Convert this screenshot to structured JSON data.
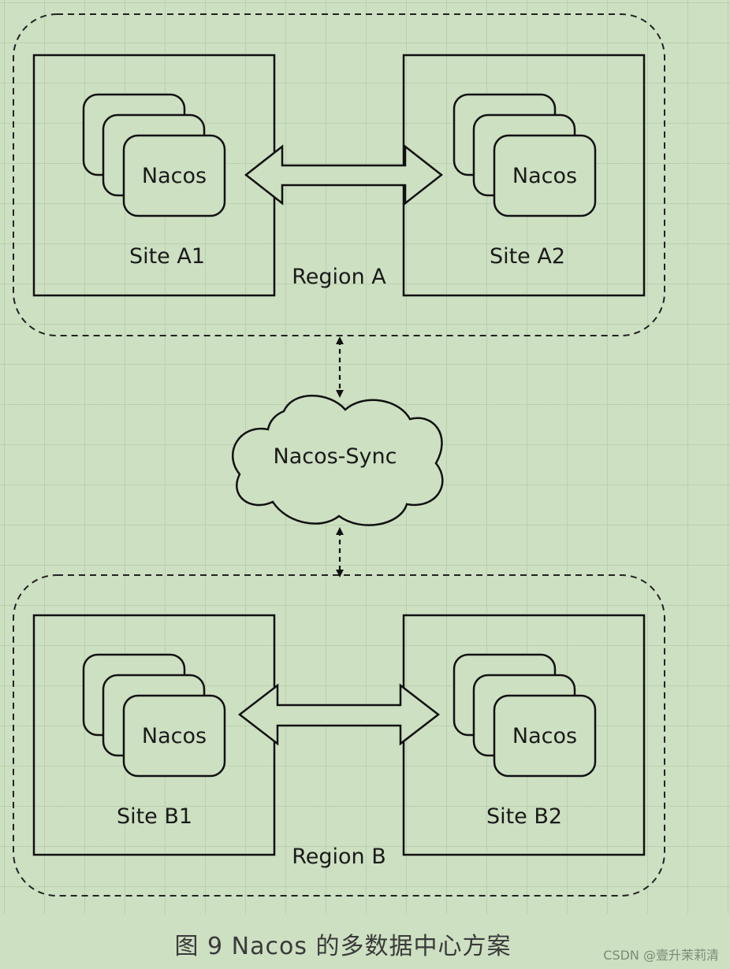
{
  "diagram": {
    "region_a": {
      "label": "Region A",
      "site_1": {
        "label": "Site A1",
        "node_label": "Nacos"
      },
      "site_2": {
        "label": "Site A2",
        "node_label": "Nacos"
      }
    },
    "sync": {
      "label": "Nacos-Sync"
    },
    "region_b": {
      "label": "Region B",
      "site_1": {
        "label": "Site B1",
        "node_label": "Nacos"
      },
      "site_2": {
        "label": "Site B2",
        "node_label": "Nacos"
      }
    }
  },
  "caption": "图 9  Nacos 的多数据中心方案",
  "watermark": "CSDN @壹升茉莉清"
}
